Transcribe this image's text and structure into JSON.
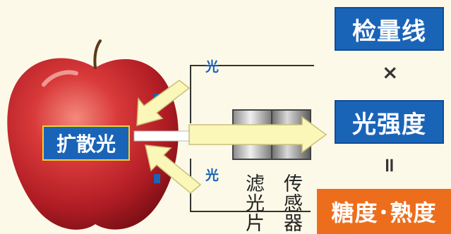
{
  "labels": {
    "diffused_light": "扩散光",
    "light_top": "光",
    "light_bottom": "光",
    "filter": "滤光片",
    "sensor": "传感器",
    "calibration_line": "检量线",
    "light_intensity": "光强度",
    "sugar_ripeness": "糖度･熟度",
    "times": "×",
    "equals": "="
  },
  "colors": {
    "box_blue": "#1a64b8",
    "box_orange": "#ec6e1d",
    "arrow_fill": "#fbf7b8",
    "arrow_outline": "#c9c07a",
    "apple_red": "#c8232c",
    "background": "#fcf9e8"
  },
  "icons": [
    "apple-icon",
    "light-arrow-icon",
    "filter-block-icon",
    "sensor-block-icon"
  ]
}
